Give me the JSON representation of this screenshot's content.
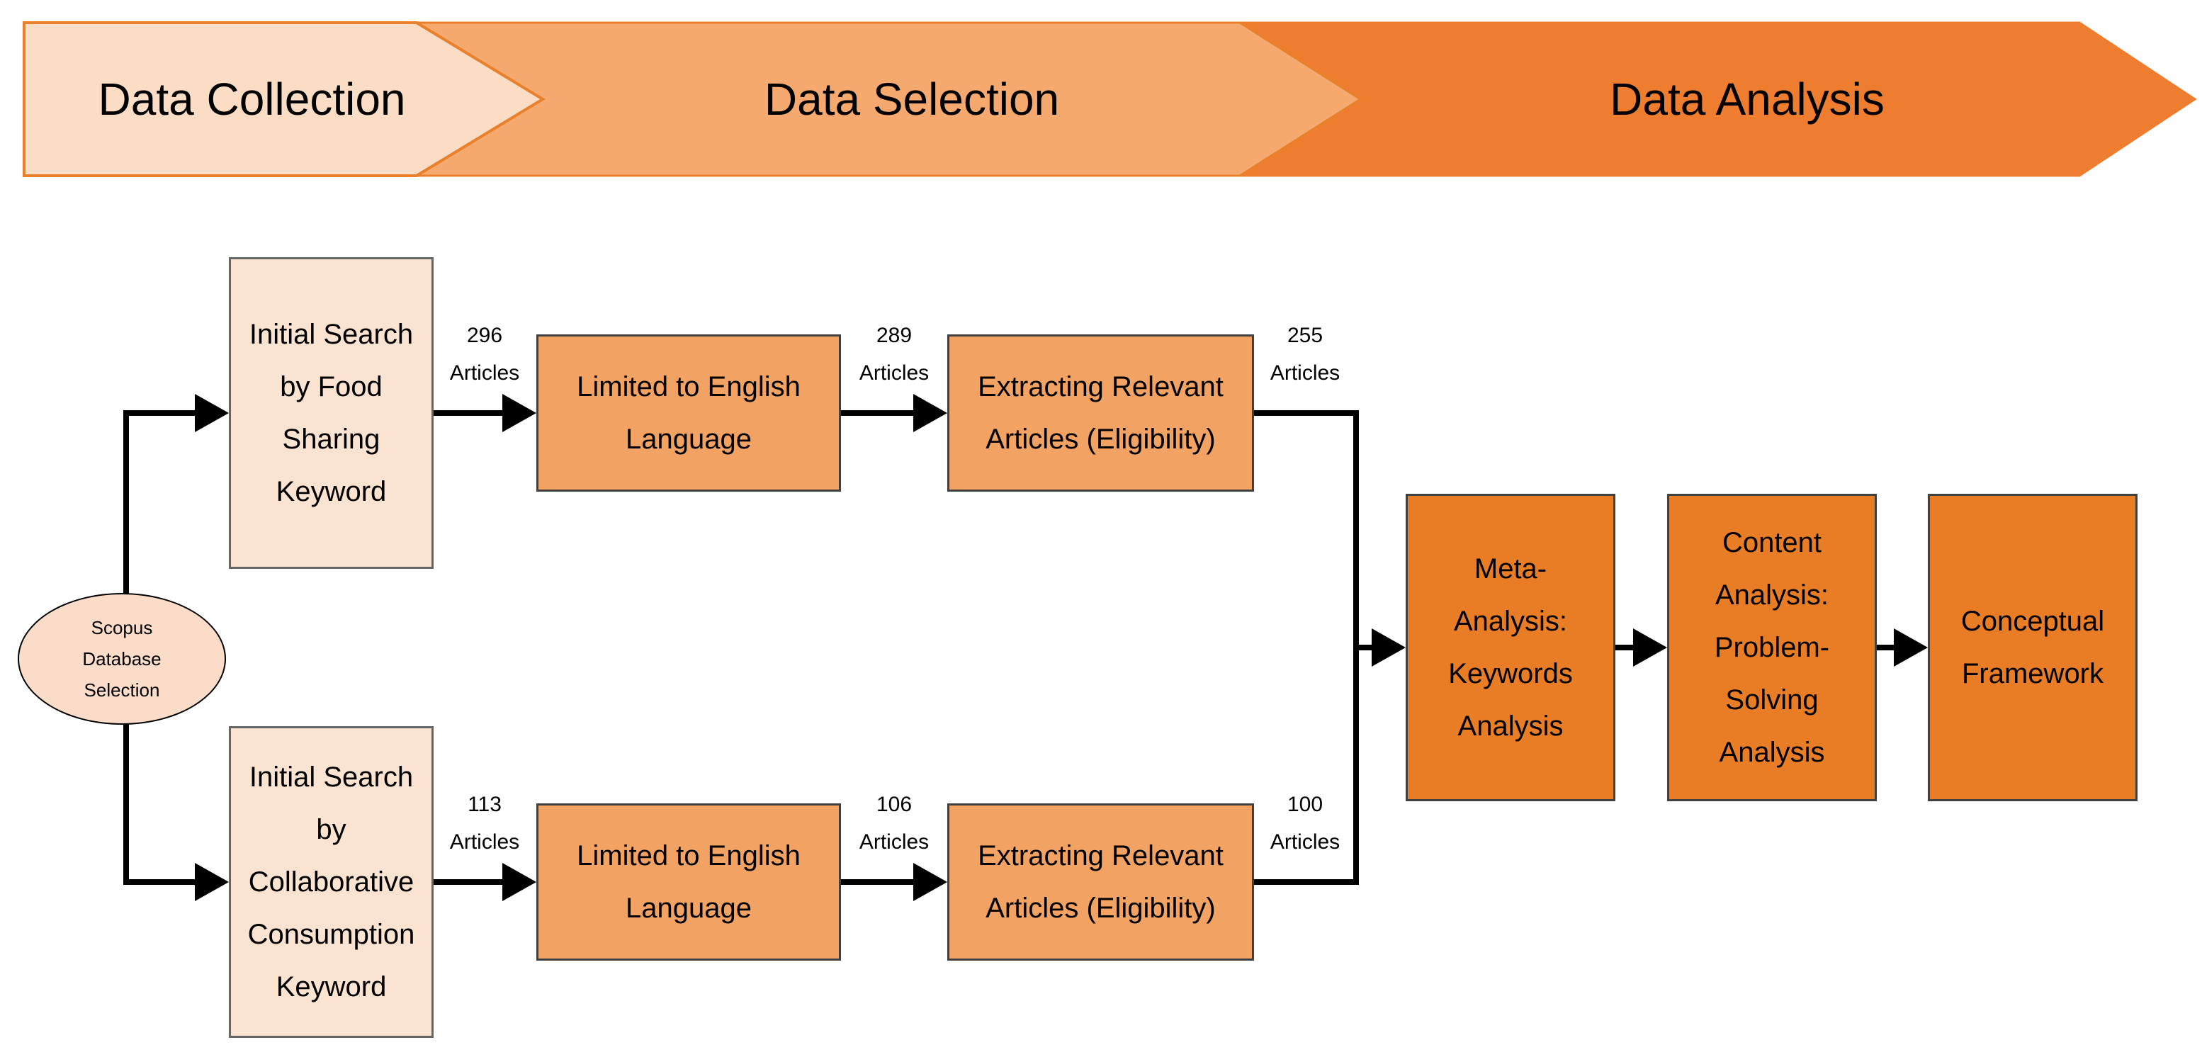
{
  "banners": [
    {
      "label": "Data Collection"
    },
    {
      "label": "Data Selection"
    },
    {
      "label": "Data Analysis"
    }
  ],
  "nodes": {
    "scopus": {
      "label": "Scopus\nDatabase\nSelection"
    },
    "initial_search_food_sharing": {
      "label": "Initial Search\nby Food\nSharing\nKeyword"
    },
    "limited_english_food": {
      "label": "Limited to English\nLanguage"
    },
    "extracting_relevant_food": {
      "label": "Extracting Relevant\nArticles (Eligibility)"
    },
    "initial_search_collaborative": {
      "label": "Initial Search\nby\nCollaborative\nConsumption\nKeyword"
    },
    "limited_english_collaborative": {
      "label": "Limited to English\nLanguage"
    },
    "extracting_relevant_collaborative": {
      "label": "Extracting Relevant\nArticles (Eligibility)"
    },
    "meta_analysis": {
      "label": "Meta-\nAnalysis:\nKeywords\nAnalysis"
    },
    "content_analysis": {
      "label": "Content\nAnalysis:\nProblem-\nSolving\nAnalysis"
    },
    "conceptual_framework": {
      "label": "Conceptual\nFramework"
    }
  },
  "flow_labels": {
    "food_search_result": {
      "count": "296",
      "word": "Articles"
    },
    "food_english_result": {
      "count": "289",
      "word": "Articles"
    },
    "food_eligible_result": {
      "count": "255",
      "word": "Articles"
    },
    "collaborative_search_result": {
      "count": "113",
      "word": "Articles"
    },
    "collaborative_english_result": {
      "count": "106",
      "word": "Articles"
    },
    "collaborative_eligible_result": {
      "count": "100",
      "word": "Articles"
    }
  },
  "colors": {
    "phase_light": "#FBDDC6",
    "phase_medium": "#F5A96E",
    "phase_dark": "#EE7D2F",
    "banner_border": "#E8802C",
    "node_light": "#FBE3D2",
    "node_medium": "#F2A263",
    "node_dark": "#E97D26",
    "node_outline": "#404040",
    "connector": "#000000"
  }
}
